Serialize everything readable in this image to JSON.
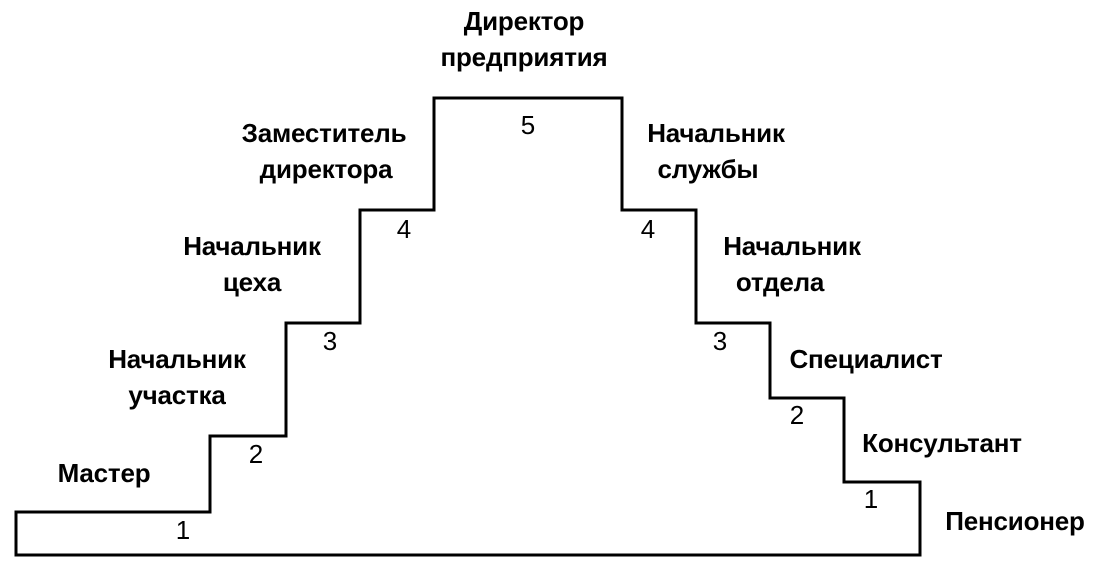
{
  "colors": {
    "line": "#000000",
    "text": "#000000",
    "background": "#ffffff"
  },
  "labels": {
    "master": "Мастер",
    "section_head_1": "Начальник",
    "section_head_2": "участка",
    "shop_head_1": "Начальник",
    "shop_head_2": "цеха",
    "deputy_1": "Заместитель",
    "deputy_2": "директора",
    "director_1": "Директор",
    "director_2": "предприятия",
    "service_head_1": "Начальник",
    "service_head_2": "службы",
    "dept_head_1": "Начальник",
    "dept_head_2": "отдела",
    "specialist": "Специалист",
    "consultant": "Консультант",
    "pensioner": "Пенсионер"
  },
  "levels": {
    "left_1": "1",
    "left_2": "2",
    "left_3": "3",
    "left_4": "4",
    "top_5": "5",
    "right_4": "4",
    "right_3": "3",
    "right_2": "2",
    "right_1": "1"
  }
}
